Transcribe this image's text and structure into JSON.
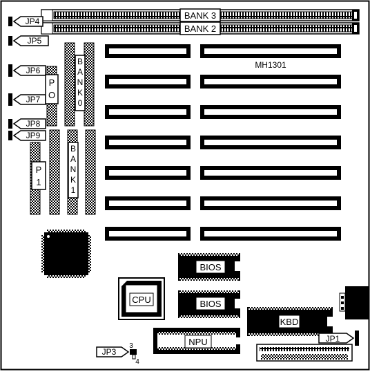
{
  "board": {
    "model": "MH1301"
  },
  "jumpers": {
    "jp1": "JP1",
    "jp3": "JP3",
    "jp3_pin_top": "3",
    "jp3_pin_bottom": "4",
    "jp4": "JP4",
    "jp5": "JP5",
    "jp6": "JP6",
    "jp7": "JP7",
    "jp8": "JP8",
    "jp9": "JP9"
  },
  "memory": {
    "bank3": "BANK 3",
    "bank2": "BANK 2",
    "bank0_letters": [
      "B",
      "A",
      "N",
      "K",
      "0"
    ],
    "bank1_letters": [
      "B",
      "A",
      "N",
      "K",
      "1"
    ],
    "p0_letters": [
      "P",
      "O"
    ],
    "p1_letters": [
      "P",
      "1"
    ]
  },
  "chips": {
    "bios_top": "BIOS",
    "bios_bottom": "BIOS",
    "cpu": "CPU",
    "npu": "NPU",
    "kbd": "KBD"
  },
  "colors": {
    "ink": "#000000",
    "paper": "#ffffff"
  }
}
